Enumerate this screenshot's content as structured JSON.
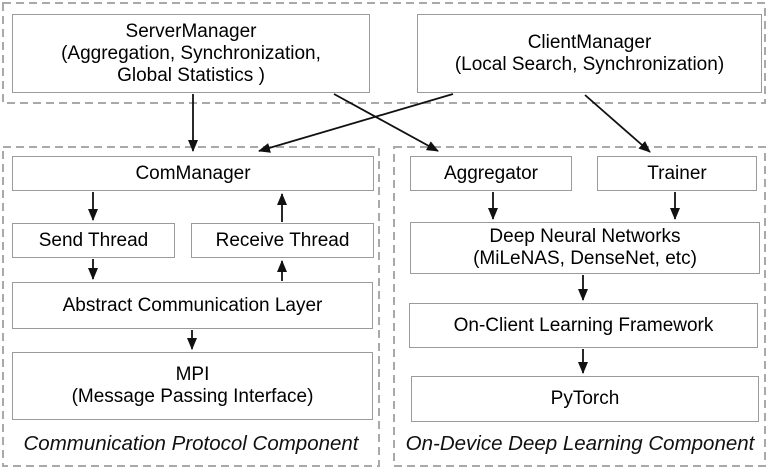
{
  "diagram": {
    "background_color": "#ffffff",
    "node_border_color": "#9b9b9b",
    "group_dash_color": "#a9a9a9",
    "arrow_color": "#111111",
    "groups": {
      "top": {
        "label": ""
      },
      "communication": {
        "label": "Communication Protocol Component"
      },
      "on_device": {
        "label": "On-Device Deep Learning Component"
      }
    },
    "nodes": {
      "server_manager": {
        "lines": [
          "ServerManager",
          "(Aggregation, Synchronization,",
          "Global Statistics )"
        ]
      },
      "client_manager": {
        "lines": [
          "ClientManager",
          "(Local Search, Synchronization)"
        ]
      },
      "com_manager": {
        "lines": [
          "ComManager"
        ]
      },
      "send_thread": {
        "lines": [
          "Send Thread"
        ]
      },
      "receive_thread": {
        "lines": [
          "Receive Thread"
        ]
      },
      "abstract_communication_layer": {
        "lines": [
          "Abstract Communication Layer"
        ]
      },
      "mpi": {
        "lines": [
          "MPI",
          "(Message Passing Interface)"
        ]
      },
      "aggregator": {
        "lines": [
          "Aggregator"
        ]
      },
      "trainer": {
        "lines": [
          "Trainer"
        ]
      },
      "deep_neural_networks": {
        "lines": [
          "Deep Neural Networks",
          "(MiLeNAS, DenseNet, etc)"
        ]
      },
      "on_client_learning_framework": {
        "lines": [
          "On-Client Learning Framework"
        ]
      },
      "pytorch": {
        "lines": [
          "PyTorch"
        ]
      }
    },
    "edges": [
      {
        "from": "server_manager",
        "to": "com_manager"
      },
      {
        "from": "server_manager",
        "to": "aggregator"
      },
      {
        "from": "client_manager",
        "to": "com_manager"
      },
      {
        "from": "client_manager",
        "to": "trainer"
      },
      {
        "from": "com_manager",
        "to": "send_thread"
      },
      {
        "from": "receive_thread",
        "to": "com_manager"
      },
      {
        "from": "send_thread",
        "to": "abstract_communication_layer"
      },
      {
        "from": "abstract_communication_layer",
        "to": "receive_thread"
      },
      {
        "from": "abstract_communication_layer",
        "to": "mpi"
      },
      {
        "from": "aggregator",
        "to": "deep_neural_networks"
      },
      {
        "from": "trainer",
        "to": "deep_neural_networks"
      },
      {
        "from": "deep_neural_networks",
        "to": "on_client_learning_framework"
      },
      {
        "from": "on_client_learning_framework",
        "to": "pytorch"
      }
    ]
  }
}
